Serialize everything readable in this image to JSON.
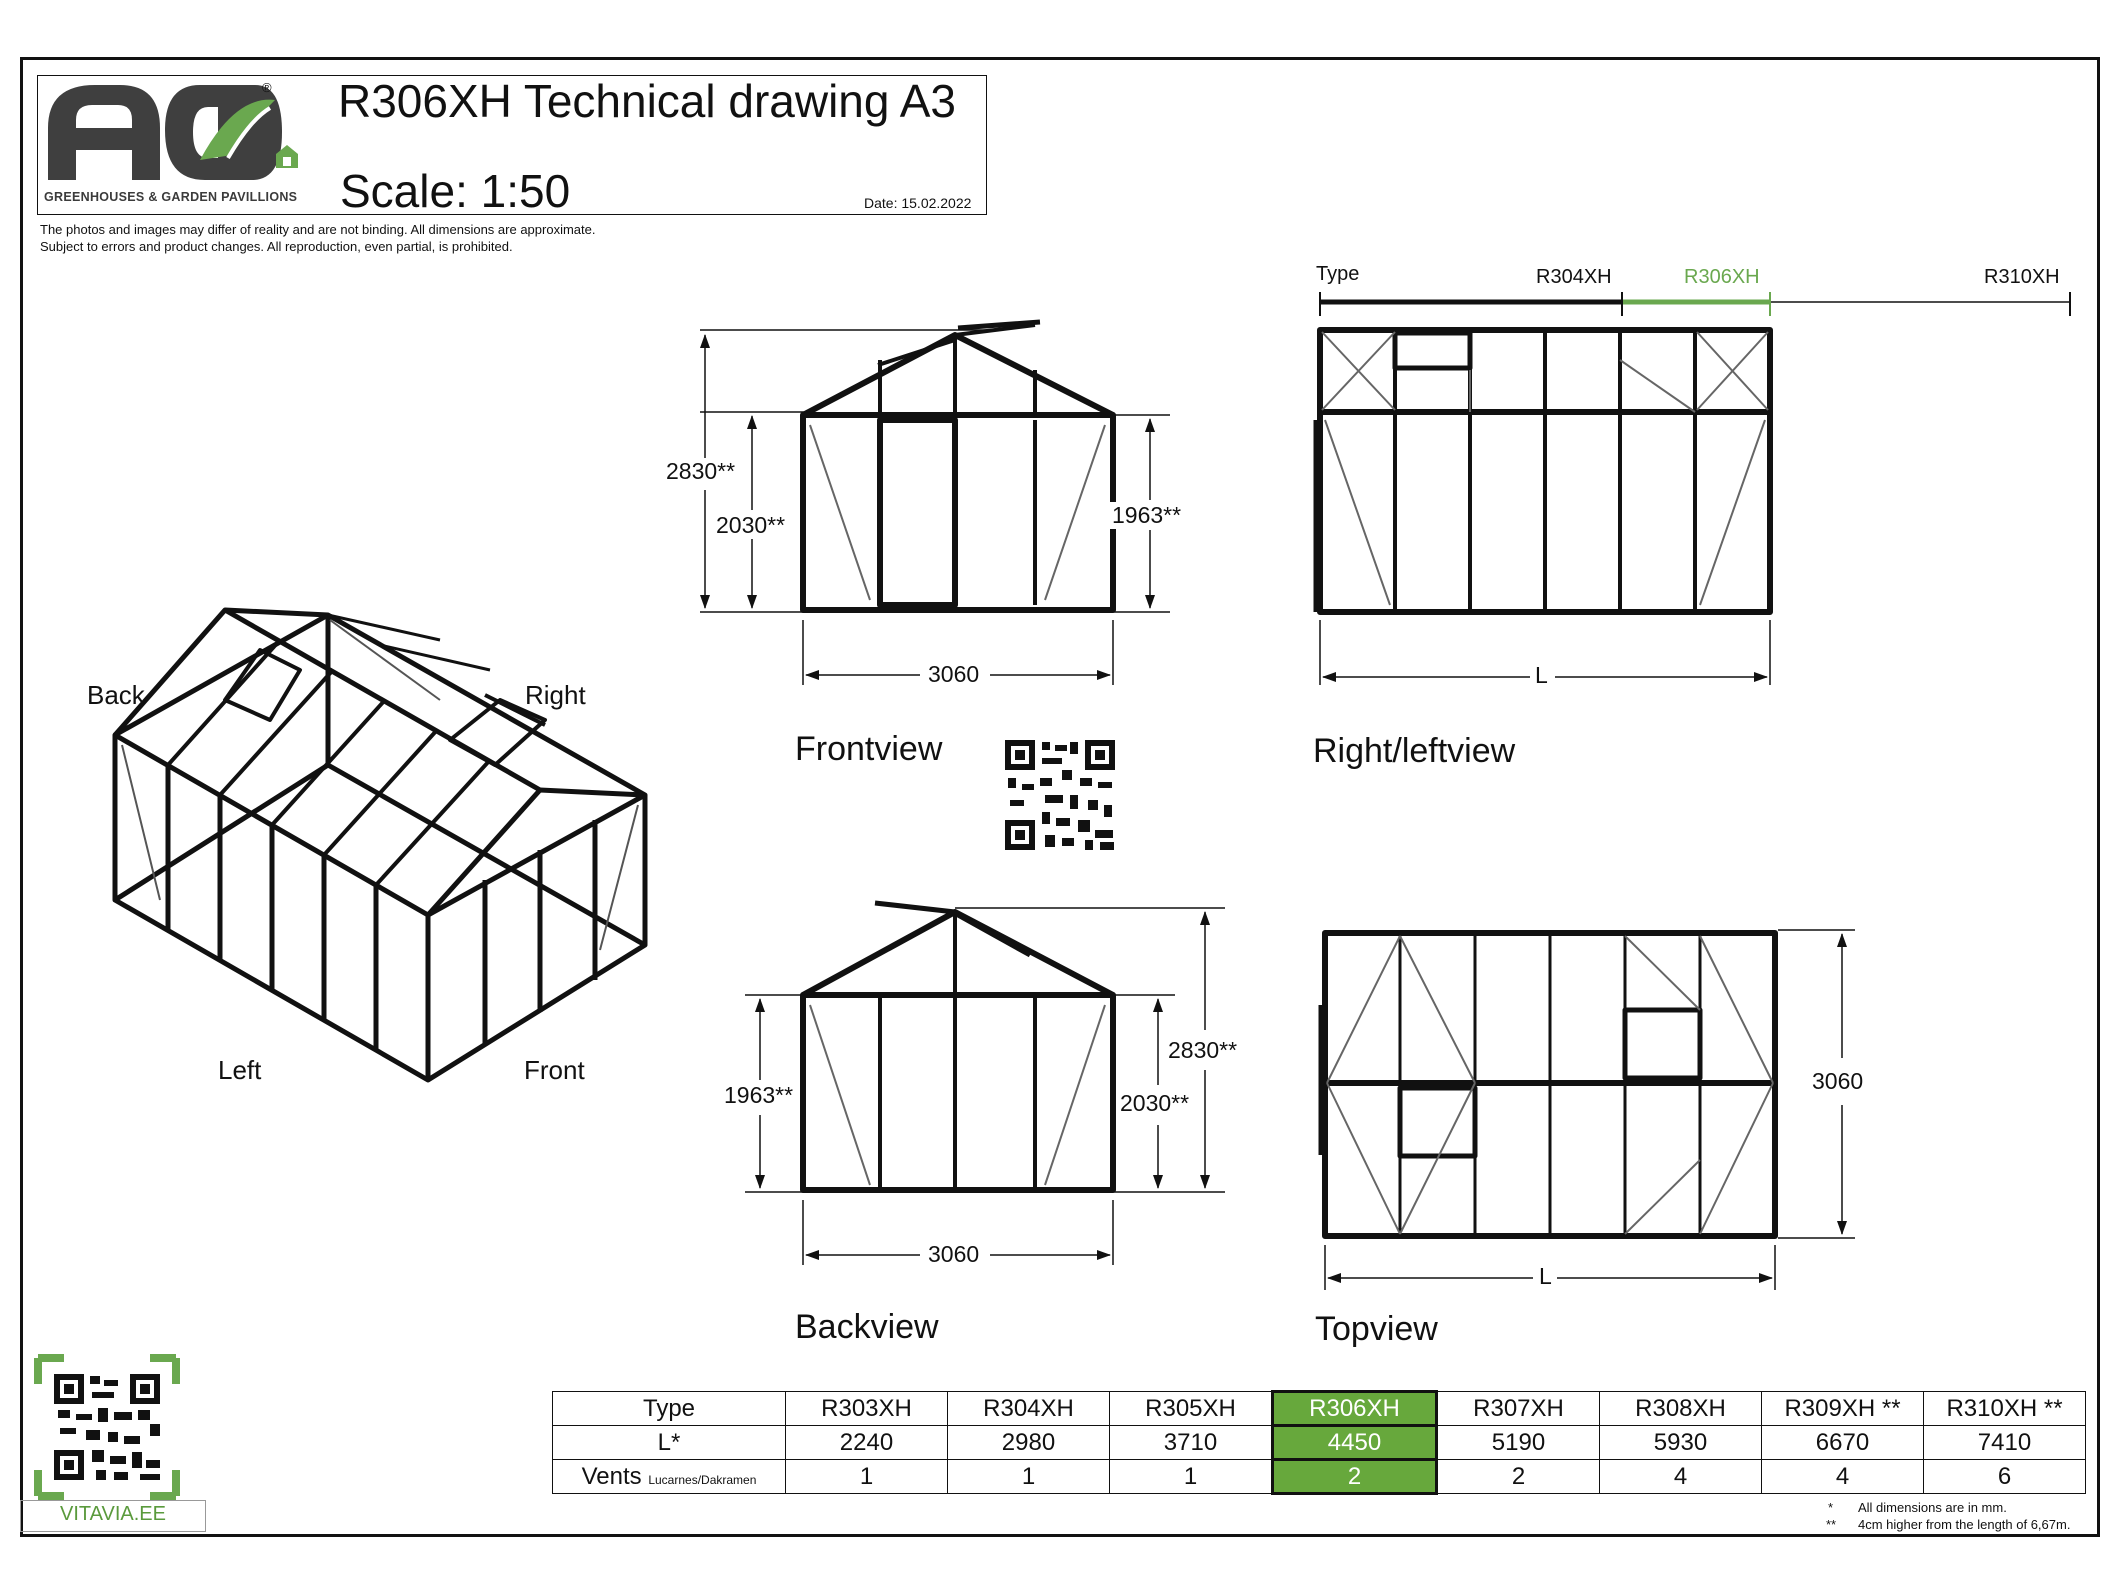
{
  "header": {
    "title": "R306XH Technical drawing A3",
    "scale": "Scale:  1:50",
    "date": "Date:   15.02.2022",
    "logo_text": "ACD",
    "logo_tagline": "GREENHOUSES & GARDEN PAVILLIONS",
    "registered_mark": "®"
  },
  "disclaimer": [
    "The photos and images may differ of reality and are not binding. All dimensions are approximate.",
    "Subject to errors and product changes. All reproduction, even partial, is prohibited."
  ],
  "iso_view": {
    "labels": {
      "back": "Back",
      "right": "Right",
      "left": "Left",
      "front": "Front"
    }
  },
  "front_view": {
    "label": "Frontview",
    "dims": {
      "total_height": "2830**",
      "door_height": "2030**",
      "side_height": "1963**",
      "width": "3060"
    }
  },
  "back_view": {
    "label": "Backview",
    "dims": {
      "total_height": "2830**",
      "door_height": "2030**",
      "side_height": "1963**",
      "width": "3060"
    }
  },
  "side_view": {
    "label": "Right/leftview",
    "length_label": "L",
    "type_scale": {
      "type_label": "Type",
      "r304": "R304XH",
      "r306": "R306XH",
      "r310": "R310XH"
    }
  },
  "top_view": {
    "label": "Topview",
    "length_label": "L",
    "width": "3060"
  },
  "spec_table": {
    "row_labels": {
      "type": "Type",
      "length": "L*",
      "vents": "Vents",
      "vents_sub": "Lucarnes/Dakramen"
    },
    "types": [
      "R303XH",
      "R304XH",
      "R305XH",
      "R306XH",
      "R307XH",
      "R308XH",
      "R309XH **",
      "R310XH **"
    ],
    "lengths": [
      "2240",
      "2980",
      "3710",
      "4450",
      "5190",
      "5930",
      "6670",
      "7410"
    ],
    "vents": [
      "1",
      "1",
      "1",
      "2",
      "2",
      "4",
      "4",
      "6"
    ],
    "highlighted_type": "R306XH",
    "highlight_color": "#67a83c"
  },
  "footnotes": {
    "mark1": "*",
    "note1": "All dimensions are in mm.",
    "mark2": "**",
    "note2": "4cm higher from the length of 6,67m."
  },
  "vitavia": {
    "label": "VITAVIA.EE",
    "color": "#5a9a3c"
  },
  "colors": {
    "accent_green": "#6aa84f",
    "logo_gray": "#3f3f3f"
  }
}
